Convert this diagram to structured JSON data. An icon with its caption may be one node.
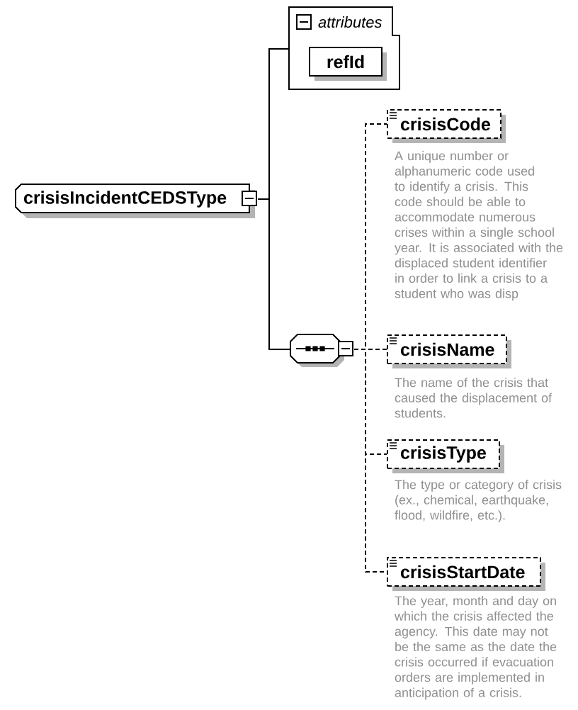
{
  "diagram": {
    "nodes": [
      {
        "text": [
          "crisisIncidentCEDSType"
        ]
      },
      {
        "text": [
          "attributes"
        ]
      },
      {
        "text": [
          "refId"
        ],
        "in": 1
      },
      {
        "text": [],
        "shape": "octagon"
      },
      {
        "text": [
          "crisisCode"
        ],
        "beside": [
          "A unique number or alphanumeric code used to identify a crisis. This code should be able to accommodate numerous crises within a single school year. It is associated with the displaced student identifier in order to link a crisis to a student who was disp"
        ]
      },
      {
        "text": [
          "crisisName"
        ],
        "beside": [
          "The name of the crisis that caused the displacement of students."
        ]
      },
      {
        "text": [
          "crisisType"
        ],
        "beside": [
          "The type or category of crisis (ex., chemical, earthquake, flood, wildfire, etc.)."
        ]
      },
      {
        "text": [
          "crisisStartDate"
        ],
        "beside": [
          "The year, month and day on which the crisis affected the agency. This date may not be the same as the date the crisis occurred if evacuation orders are implemented in anticipation of a crisis."
        ]
      }
    ],
    "edges": [
      {
        "from": 0,
        "to": 1,
        "arrow": "none"
      },
      {
        "from": 0,
        "to": 3,
        "arrow": "none"
      },
      {
        "from": 3,
        "to": 4,
        "arrow": "none",
        "style": "dashed"
      },
      {
        "from": 3,
        "to": 5,
        "arrow": "none",
        "style": "dashed"
      },
      {
        "from": 3,
        "to": 6,
        "arrow": "none",
        "style": "dashed"
      },
      {
        "from": 3,
        "to": 7,
        "arrow": "none",
        "style": "dashed"
      }
    ]
  }
}
